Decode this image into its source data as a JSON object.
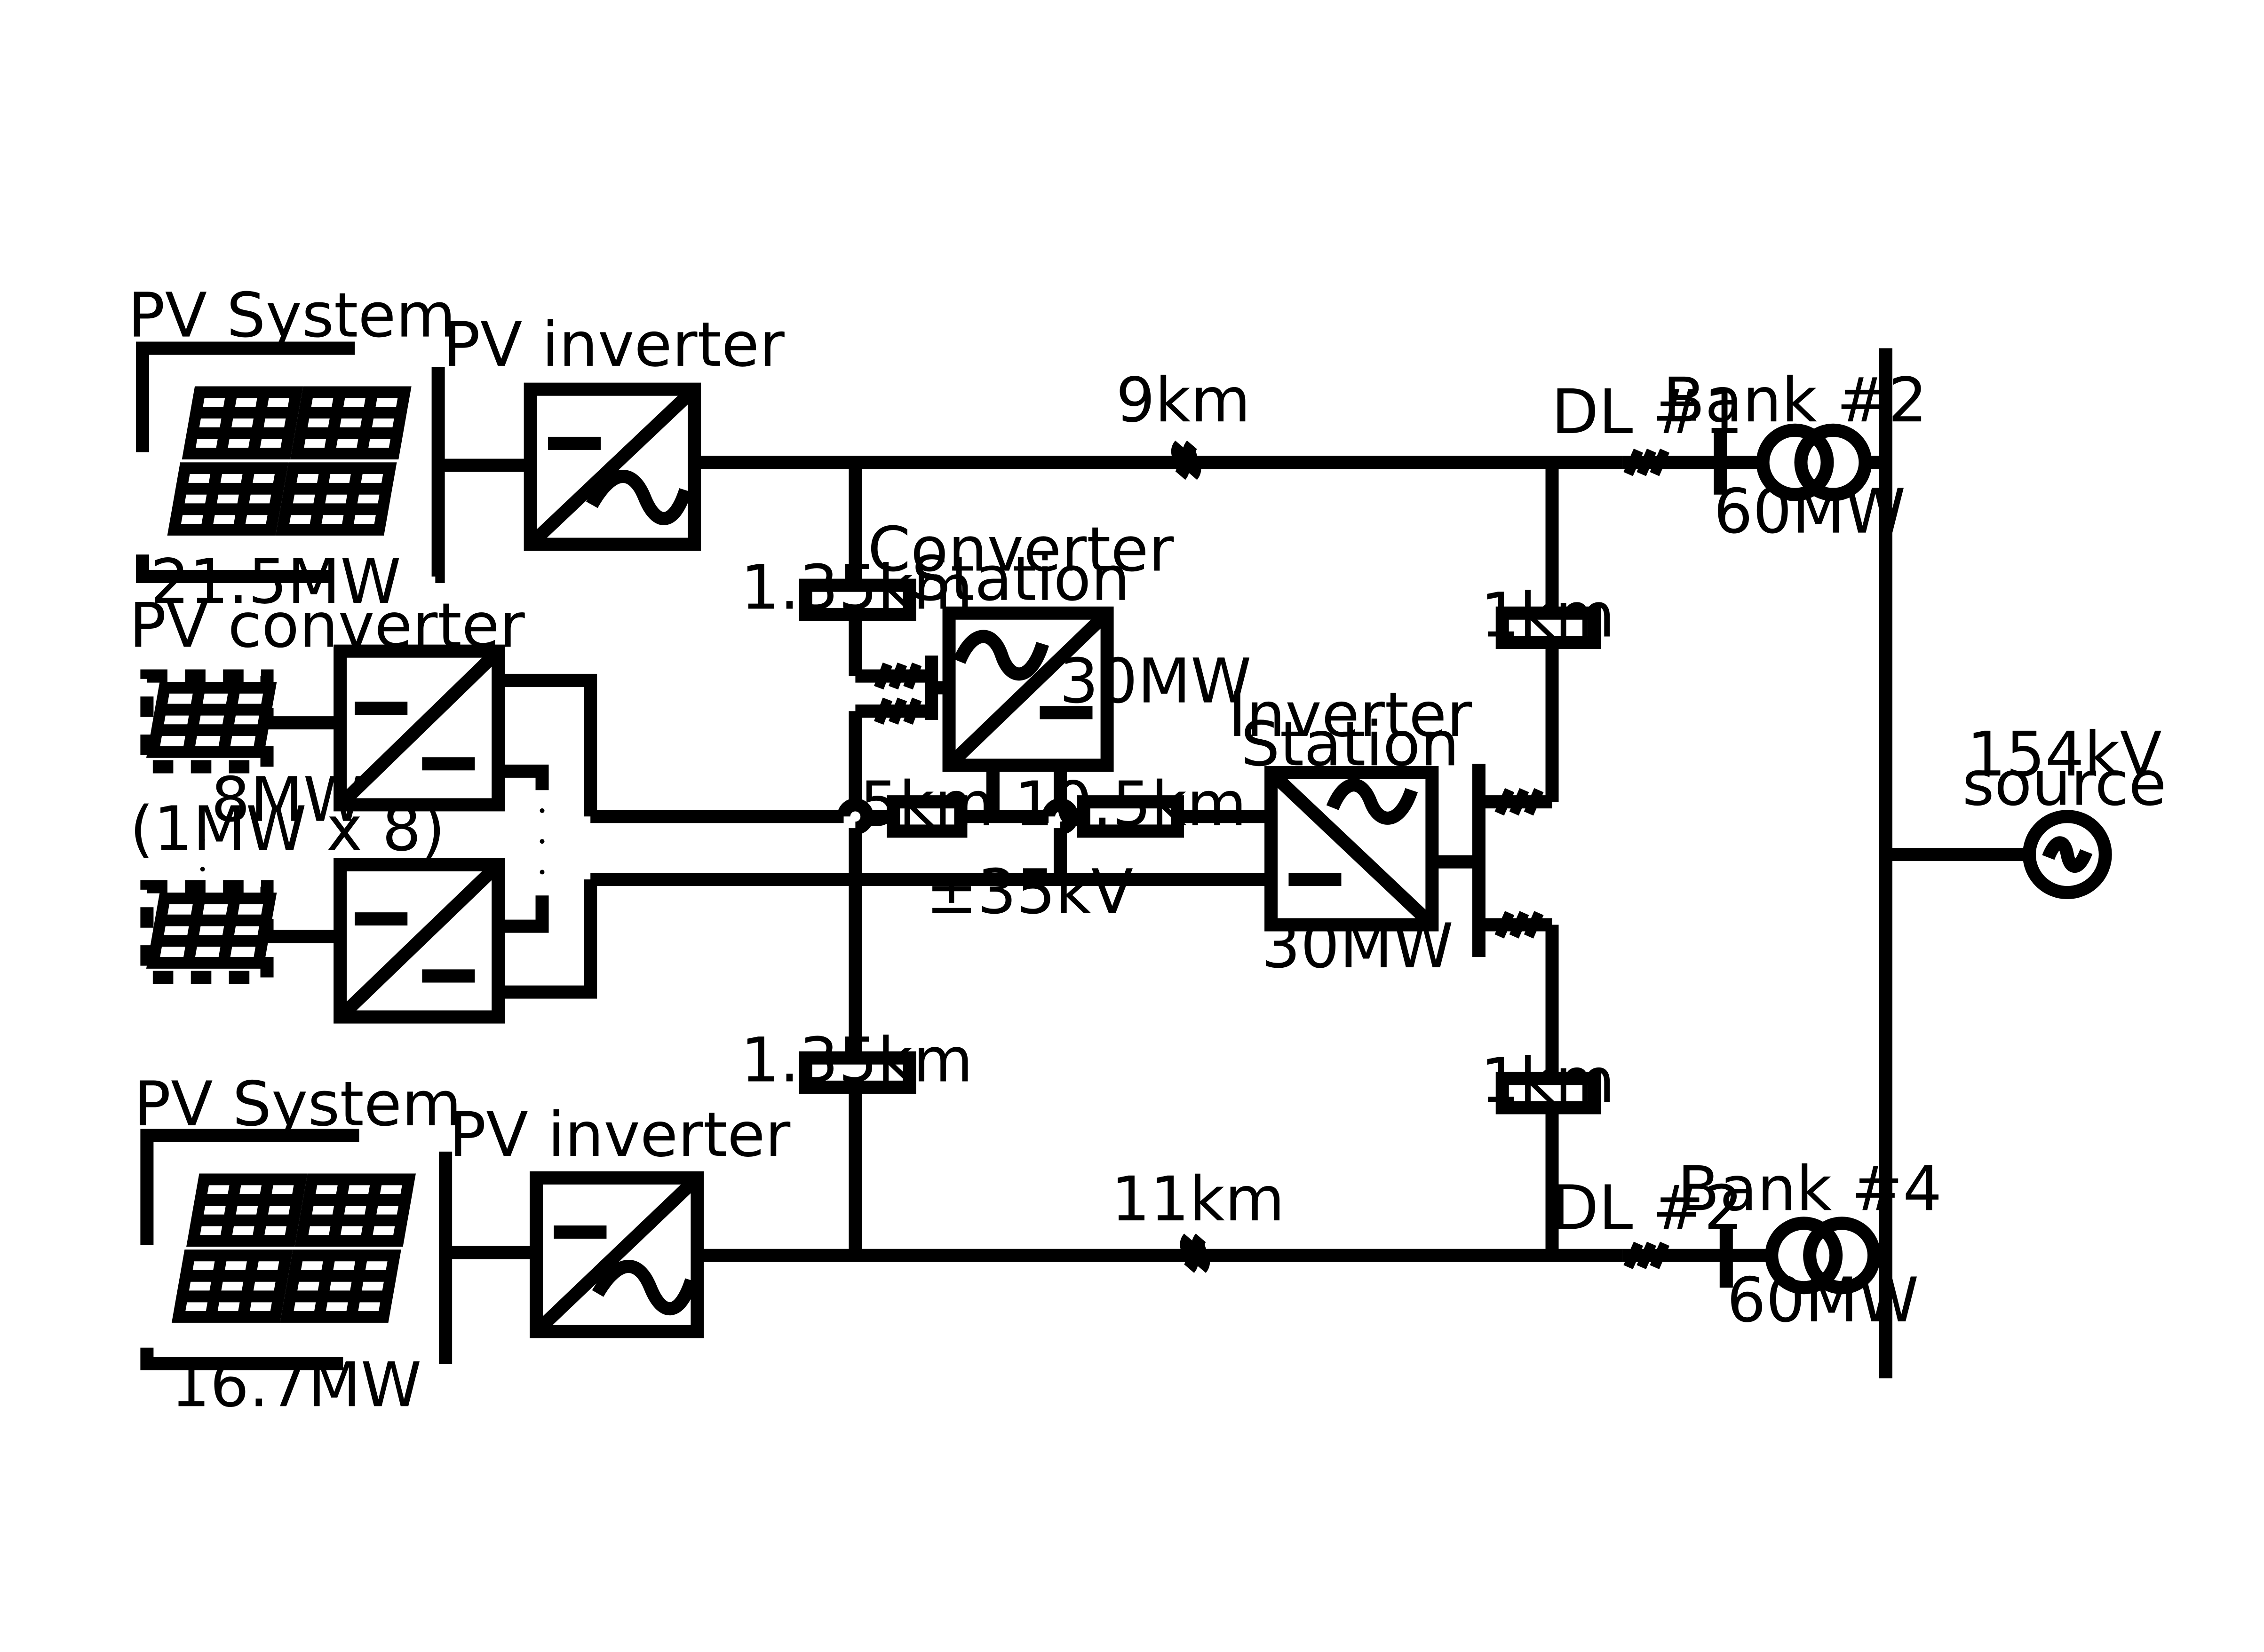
{
  "labels": {
    "pv_system_top": "PV System",
    "pv_system_top_rating": "21.5MW",
    "pv_inverter_top": "PV inverter",
    "pv_converter": "PV converter",
    "pv_converter_rating": "8MW",
    "pv_converter_rating_detail": "(1MW x 8)",
    "pv_system_bottom": "PV System",
    "pv_system_bottom_rating": "16.7MW",
    "pv_inverter_bottom": "PV inverter",
    "line_top_length": "9km",
    "line_bottom_length": "11km",
    "converter_station_line1": "Converter",
    "converter_station_line2": "Station",
    "converter_station_rating": "30MW",
    "inverter_station_line1": "Inverter",
    "inverter_station_line2": "Station",
    "inverter_station_rating": "30MW",
    "dc_voltage": "±35kV",
    "cable_left_top": "1.35km",
    "cable_left_bottom": "1.35km",
    "cable_right_top": "1km",
    "cable_right_bottom": "1km",
    "dc_cable_5": "5km",
    "dc_cable_10": "10.5km",
    "dl1": "DL #1",
    "dl2": "DL #2",
    "bank2": "Bank #2",
    "bank2_rating": "60MW",
    "bank4": "Bank #4",
    "bank4_rating": "60MW",
    "source_line1": "154kV",
    "source_line2": "source"
  }
}
